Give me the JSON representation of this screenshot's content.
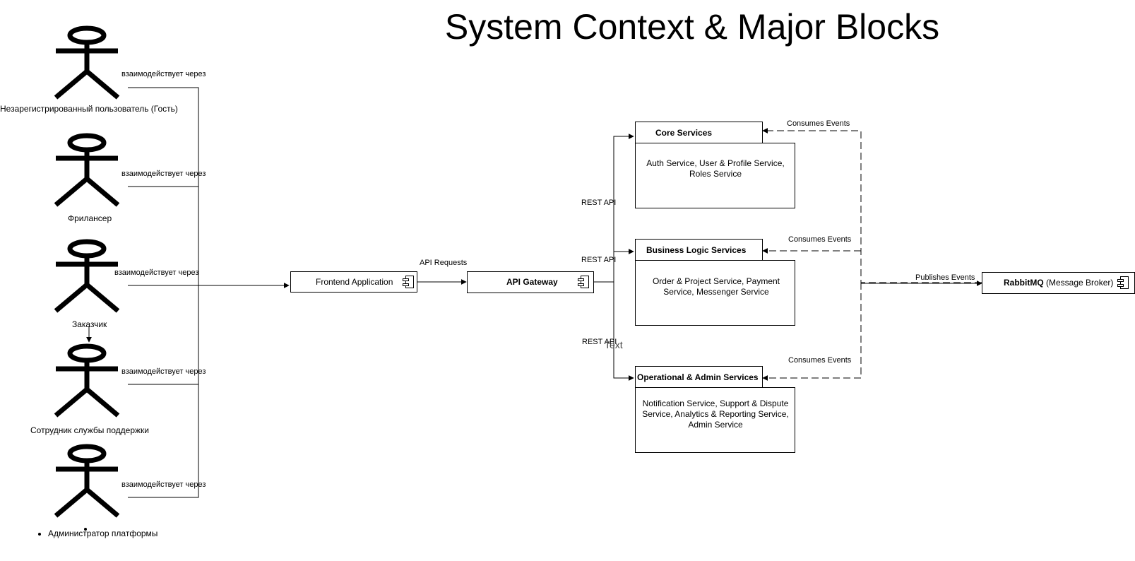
{
  "title": "System Context & Major Blocks",
  "actors": [
    {
      "label": "Незарегистрированный пользователь (Гость)",
      "link_label": "взаимодействует через"
    },
    {
      "label": "Фрилансер",
      "link_label": "взаимодействует через"
    },
    {
      "label": "Заказчик",
      "link_label": "взаимодействует через"
    },
    {
      "label": "Сотрудник службы поддержки",
      "link_label": "взаимодействует через"
    },
    {
      "label": "",
      "link_label": "взаимодействует через"
    }
  ],
  "admin_list": [
    "Администратор платформы"
  ],
  "components": {
    "frontend": "Frontend Application",
    "gateway": "API Gateway",
    "broker_bold": "RabbitMQ",
    "broker_rest": " (Message Broker)"
  },
  "edge_labels": {
    "api_requests": "API Requests",
    "rest_api_1": "REST API",
    "rest_api_2": "REST API",
    "rest_api_3": "REST API",
    "stray_text": "Text",
    "publishes": "Publishes Events",
    "consumes_1": "Consumes Events",
    "consumes_2": "Consumes Events",
    "consumes_3": "Consumes Events"
  },
  "service_groups": [
    {
      "title": "Core Services",
      "body": "Auth Service, User & Profile Service, Roles Service"
    },
    {
      "title": "Business Logic Services",
      "body": "Order & Project Service, Payment Service, Messenger Service"
    },
    {
      "title": "Operational & Admin Services",
      "body": "Notification Service, Support & Dispute Service, Analytics & Reporting Service, Admin Service"
    }
  ]
}
